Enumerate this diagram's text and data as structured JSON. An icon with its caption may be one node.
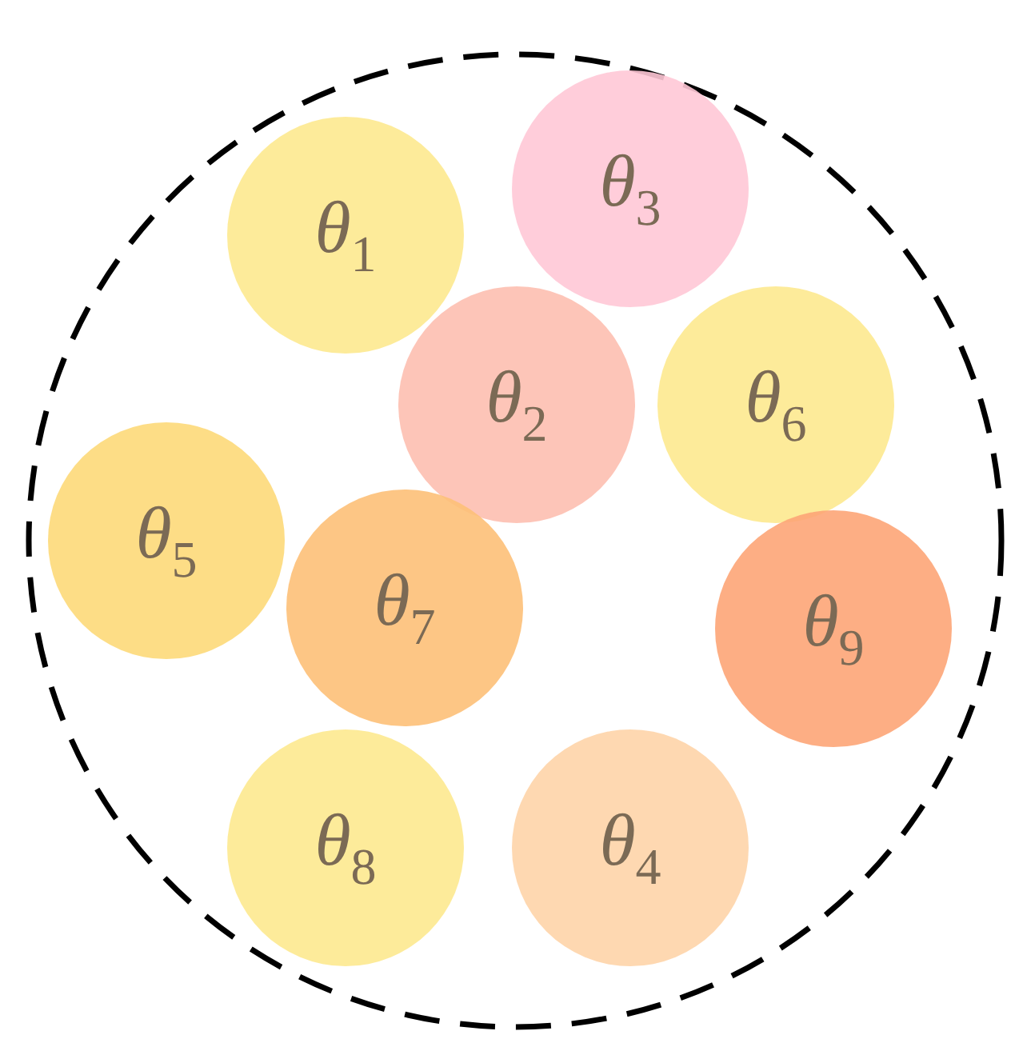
{
  "diagram": {
    "nodes": [
      {
        "text": [],
        "shape": "circle"
      },
      {
        "text": [
          "θ$_{1}$"
        ],
        "in": 0
      },
      {
        "text": [
          "θ$_{3}$"
        ],
        "in": 0
      },
      {
        "text": [
          "θ$_{2}$"
        ],
        "in": 0
      },
      {
        "text": [
          "θ$_{6}$"
        ],
        "in": 0
      },
      {
        "text": [
          "θ$_{5}$"
        ],
        "in": 0
      },
      {
        "text": [
          "θ$_{7}$"
        ],
        "in": 0
      },
      {
        "text": [
          "θ$_{9}$"
        ],
        "in": 0
      },
      {
        "text": [
          "θ$_{8}$"
        ],
        "in": 0
      },
      {
        "text": [
          "θ$_{4}$"
        ],
        "in": 0
      }
    ]
  }
}
